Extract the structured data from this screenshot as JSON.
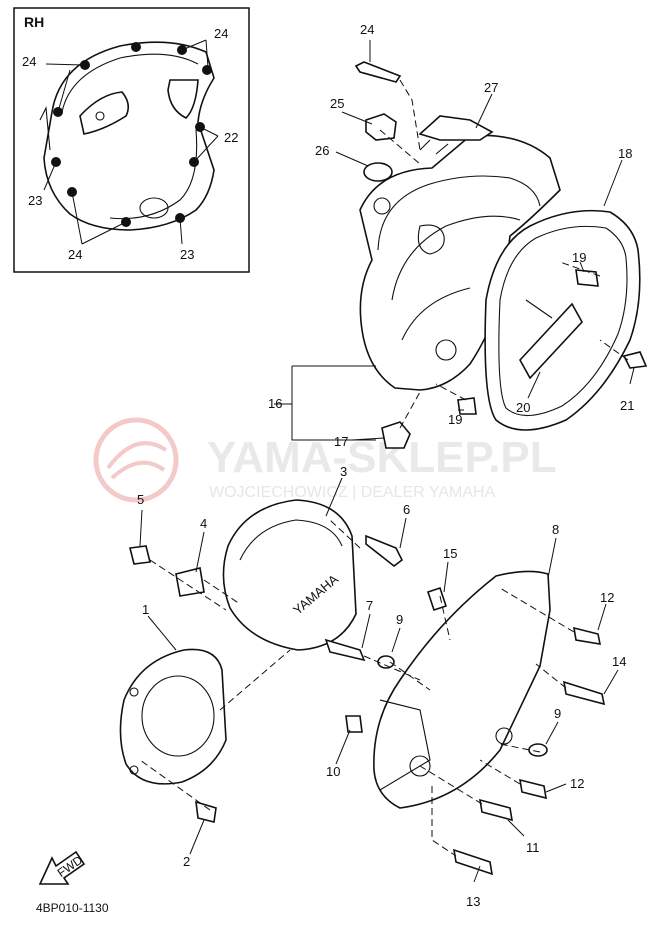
{
  "inset": {
    "title": "RH"
  },
  "watermark": {
    "brand": "YAMA-SKLEP.PL",
    "tagline": "WOJCIECHOWICZ | DEALER YAMAHA"
  },
  "cover_logo": "YAMAHA",
  "fwd": "FWD",
  "diagram_code": "4BP010-1130",
  "labels": {
    "rh24a": "24",
    "rh24b": "24",
    "rh22": "22",
    "rh23a": "23",
    "rh23b": "23",
    "rh24c": "24",
    "p24": "24",
    "p25": "25",
    "p26": "26",
    "p27": "27",
    "p18": "18",
    "p19a": "19",
    "p16": "16",
    "p21": "21",
    "p20": "20",
    "p19b": "19",
    "p17": "17",
    "p3": "3",
    "p5": "5",
    "p4": "4",
    "p6": "6",
    "p15": "15",
    "p8": "8",
    "p12a": "12",
    "p1": "1",
    "p7": "7",
    "p9a": "9",
    "p14": "14",
    "p9b": "9",
    "p10": "10",
    "p12b": "12",
    "p11": "11",
    "p2": "2",
    "p13": "13"
  }
}
